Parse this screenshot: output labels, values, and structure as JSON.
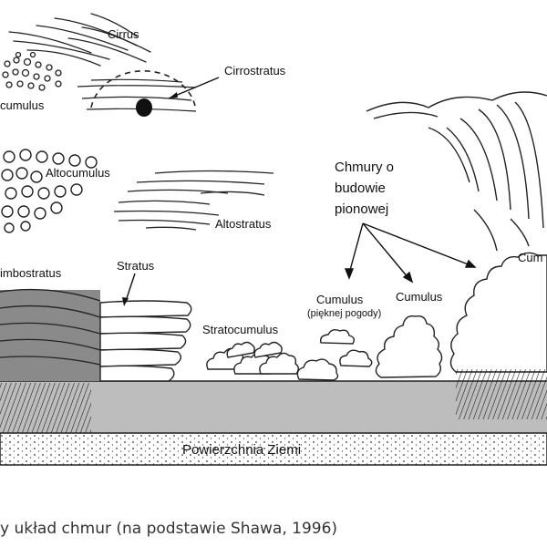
{
  "labels": {
    "cirrus": "Cirrus",
    "cirrostratus": "Cirrostratus",
    "cirrocumulus": "cumulus",
    "altocumulus": "Altocumulus",
    "altostratus": "Altostratus",
    "vertical_line1": "Chmury o",
    "vertical_line2": "budowie",
    "vertical_line3": "pionowej",
    "nimbostratus": "imbostratus",
    "stratus": "Stratus",
    "stratocumulus": "Stratocumulus",
    "cumulus_fair": "Cumulus",
    "cumulus_fair_note": "(pięknej pogody)",
    "cumulus": "Cumulus",
    "cumulonimbus": "Cum",
    "ground": "Powierzchnia Ziemi"
  },
  "caption": "y układ chmur (na podstawie Shawa, 1996)"
}
